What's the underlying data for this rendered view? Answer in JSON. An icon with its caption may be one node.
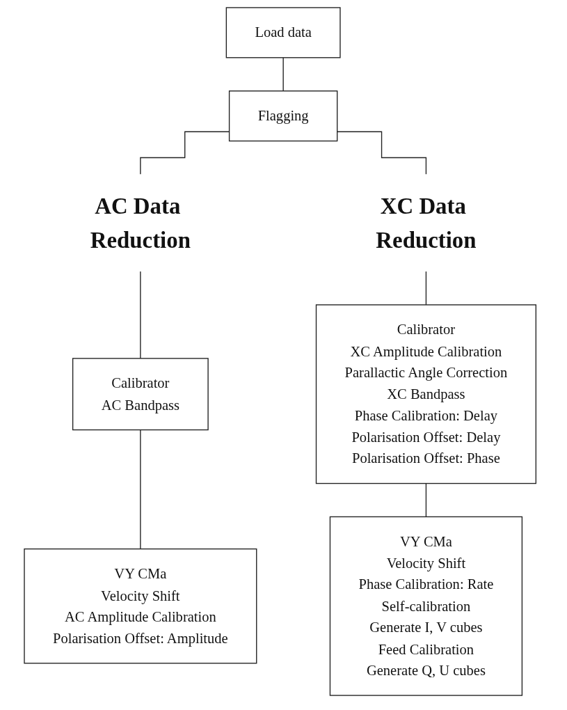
{
  "diagram": {
    "nodes": [
      {
        "text": [
          "Load data"
        ]
      },
      {
        "text": [
          "Flagging"
        ]
      },
      {
        "text": [
          "AC Data Reduction"
        ]
      },
      {
        "text": [
          "XC Data Reduction"
        ]
      },
      {
        "text": [
          "Calibrator",
          "AC Bandpass"
        ]
      },
      {
        "text": [
          "VY CMa",
          "Velocity Shift",
          "AC Amplitude Calibration",
          "Polarisation Offset: Amplitude"
        ]
      },
      {
        "text": [
          "Calibrator",
          "XC Amplitude Calibration",
          "Parallactic Angle Correction",
          "XC Bandpass",
          "Phase Calibration: Delay",
          "Polarisation Offset: Delay",
          "Polarisation Offset: Phase"
        ]
      },
      {
        "text": [
          "VY CMa",
          "Velocity Shift",
          "Phase Calibration: Rate",
          "Self-calibration",
          "Generate I, V cubes",
          "Feed Calibration",
          "Generate Q, U cubes"
        ]
      }
    ],
    "edges": [
      {
        "from": 0,
        "to": 1,
        "arrow": "none"
      },
      {
        "from": 1,
        "to": 2,
        "arrow": "none"
      },
      {
        "from": 1,
        "to": 3,
        "arrow": "none"
      },
      {
        "from": 2,
        "to": 4,
        "arrow": "none"
      },
      {
        "from": 3,
        "to": 6,
        "arrow": "none"
      },
      {
        "from": 4,
        "to": 5,
        "arrow": "none"
      },
      {
        "from": 6,
        "to": 7,
        "arrow": "none"
      }
    ]
  }
}
